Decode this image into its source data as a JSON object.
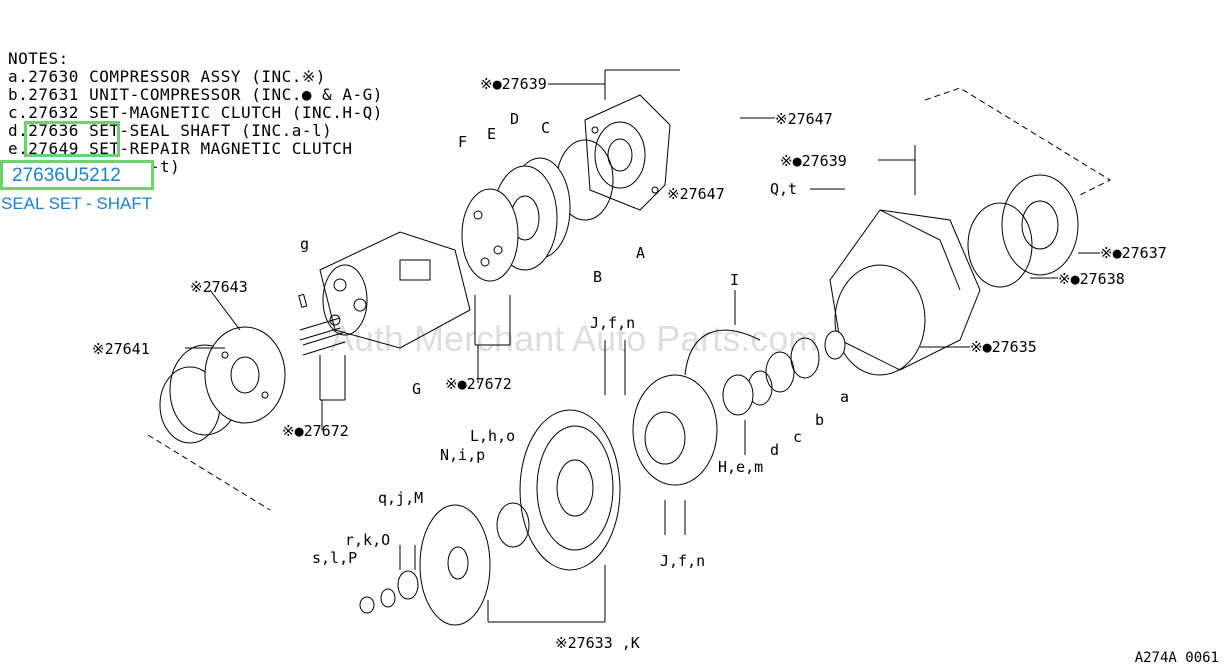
{
  "notes": {
    "title": "NOTES:",
    "lines": [
      "a.27630 COMPRESSOR ASSY (INC.※)",
      "b.27631 UNIT-COMPRESSOR (INC.● & A-G)",
      "c.27632 SET-MAGNETIC CLUTCH (INC.H-Q)",
      "d.27636 SET-SEAL SHAFT (INC.a-l)",
      "e.27649 SET-REPAIR MAGNETIC CLUTCH",
      "        (INC.m-t)"
    ]
  },
  "selected_part": {
    "number": "27636U5212",
    "description": "SEAL SET - SHAFT"
  },
  "watermark": "Auth Merchant Auto Parts.com",
  "diagram_code": "A274A 0061",
  "callouts": {
    "c27639_top": "※●27639",
    "c27647_right": "※27647",
    "c27647_mid": "※27647",
    "c27639_right": "※●27639",
    "qt": "Q,t",
    "c27637": "※●27637",
    "c27638": "※●27638",
    "c27635": "※●27635",
    "c27643": "※27643",
    "c27641": "※27641",
    "c27672_left": "※●27672",
    "c27672_mid": "※●27672",
    "c27633": "※27633 ,K",
    "A": "A",
    "B": "B",
    "C": "C",
    "D": "D",
    "E": "E",
    "F": "F",
    "G": "G",
    "g": "g",
    "I": "I",
    "Jfn_top": "J,f,n",
    "Jfn_bot": "J,f,n",
    "Hem": "H,e,m",
    "a": "a",
    "b": "b",
    "c": "c",
    "d": "d",
    "Lho": "L,h,o",
    "Nip": "N,i,p",
    "qjM": "q,j,M",
    "rkO": "r,k,O",
    "slP": "s,l,P"
  }
}
